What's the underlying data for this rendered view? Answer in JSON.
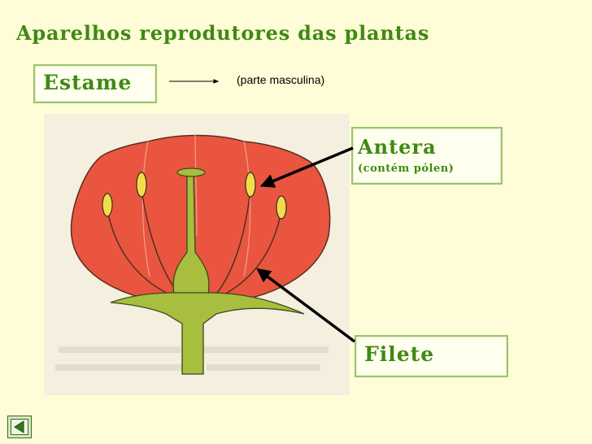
{
  "slide": {
    "title": "Aparelhos reprodutores das plantas",
    "estame_label": "Estame",
    "estame_note": "(parte masculina)",
    "antera_label": "Antera",
    "antera_note": "(contém pólen)",
    "filete_label": "Filete"
  },
  "colors": {
    "title_green": "#3f8a12",
    "box_border": "#9cc46e",
    "petal": "#e9553f",
    "stem": "#a7be3f",
    "anther": "#f2dc4a"
  },
  "icons": {
    "nav_back": "back-arrow-icon"
  }
}
